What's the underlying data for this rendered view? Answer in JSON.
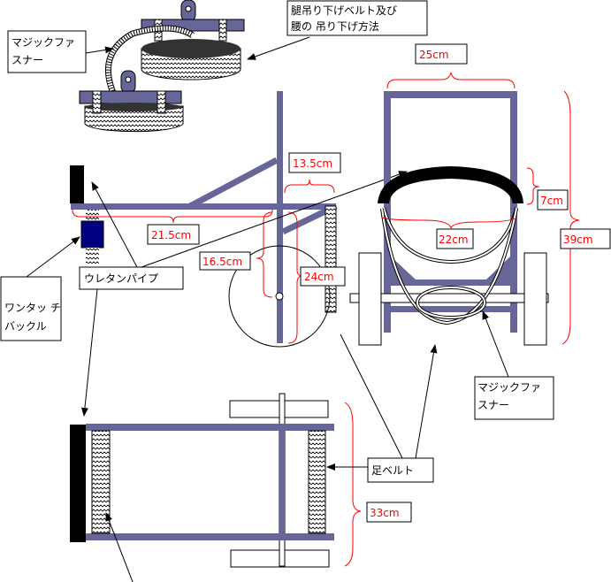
{
  "labels": {
    "velcro_top": [
      "マジックファ",
      "スナー"
    ],
    "thigh_belt": [
      "腿吊り下げベルト及び",
      "腰の 吊り下げ方法"
    ],
    "urethane_pipe": "ウレタンパイプ",
    "one_touch_buckle": [
      "ワンタッ チ",
      "バックル"
    ],
    "velcro_right": [
      "マジックファ",
      "スナー"
    ],
    "foot_belt": "足ベルト"
  },
  "dimensions": {
    "d13_5": "13.5cm",
    "d21_5": "21.5cm",
    "d16_5": "16.5cm",
    "d24": "24cm",
    "d25": "25cm",
    "d7": "7cm",
    "d22": "22cm",
    "d39": "39cm",
    "d33": "33cm"
  },
  "colors": {
    "frame": "#666699",
    "dimension": "#ff0000",
    "pad": "#000000"
  }
}
